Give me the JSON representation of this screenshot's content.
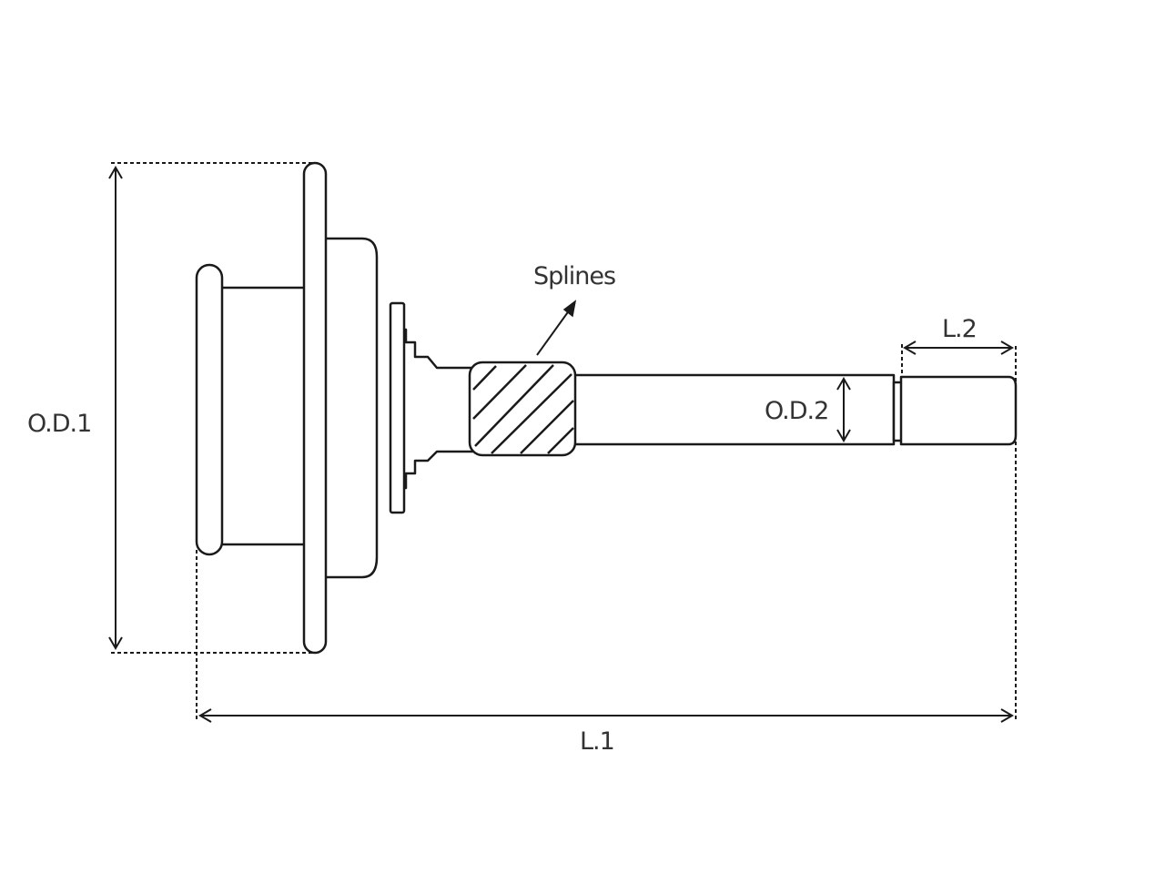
{
  "labels": {
    "od1": "O.D.1",
    "od2": "O.D.2",
    "l1": "L.1",
    "l2": "L.2",
    "splines": "Splines"
  },
  "colors": {
    "line": "#1a1a1a",
    "text": "#333333",
    "background": "#ffffff"
  }
}
